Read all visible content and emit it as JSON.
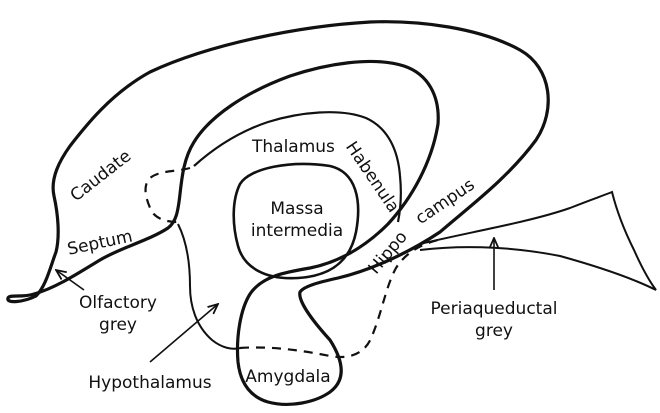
{
  "diagram": {
    "colors": {
      "stroke": "#111111",
      "background": "#ffffff"
    },
    "labels": {
      "caudate": "Caudate",
      "septum": "Septum",
      "thalamus": "Thalamus",
      "habenula": "Habenula",
      "massa_line1": "Massa",
      "massa_line2": "intermedia",
      "hippocampus_a": "Hippo",
      "hippocampus_b": "campus",
      "olfactory_line1": "Olfactory",
      "olfactory_line2": "grey",
      "hypothalamus": "Hypothalamus",
      "periaqueductal_line1": "Periaqueductal",
      "periaqueductal_line2": "grey",
      "amygdala": "Amygdala"
    }
  }
}
